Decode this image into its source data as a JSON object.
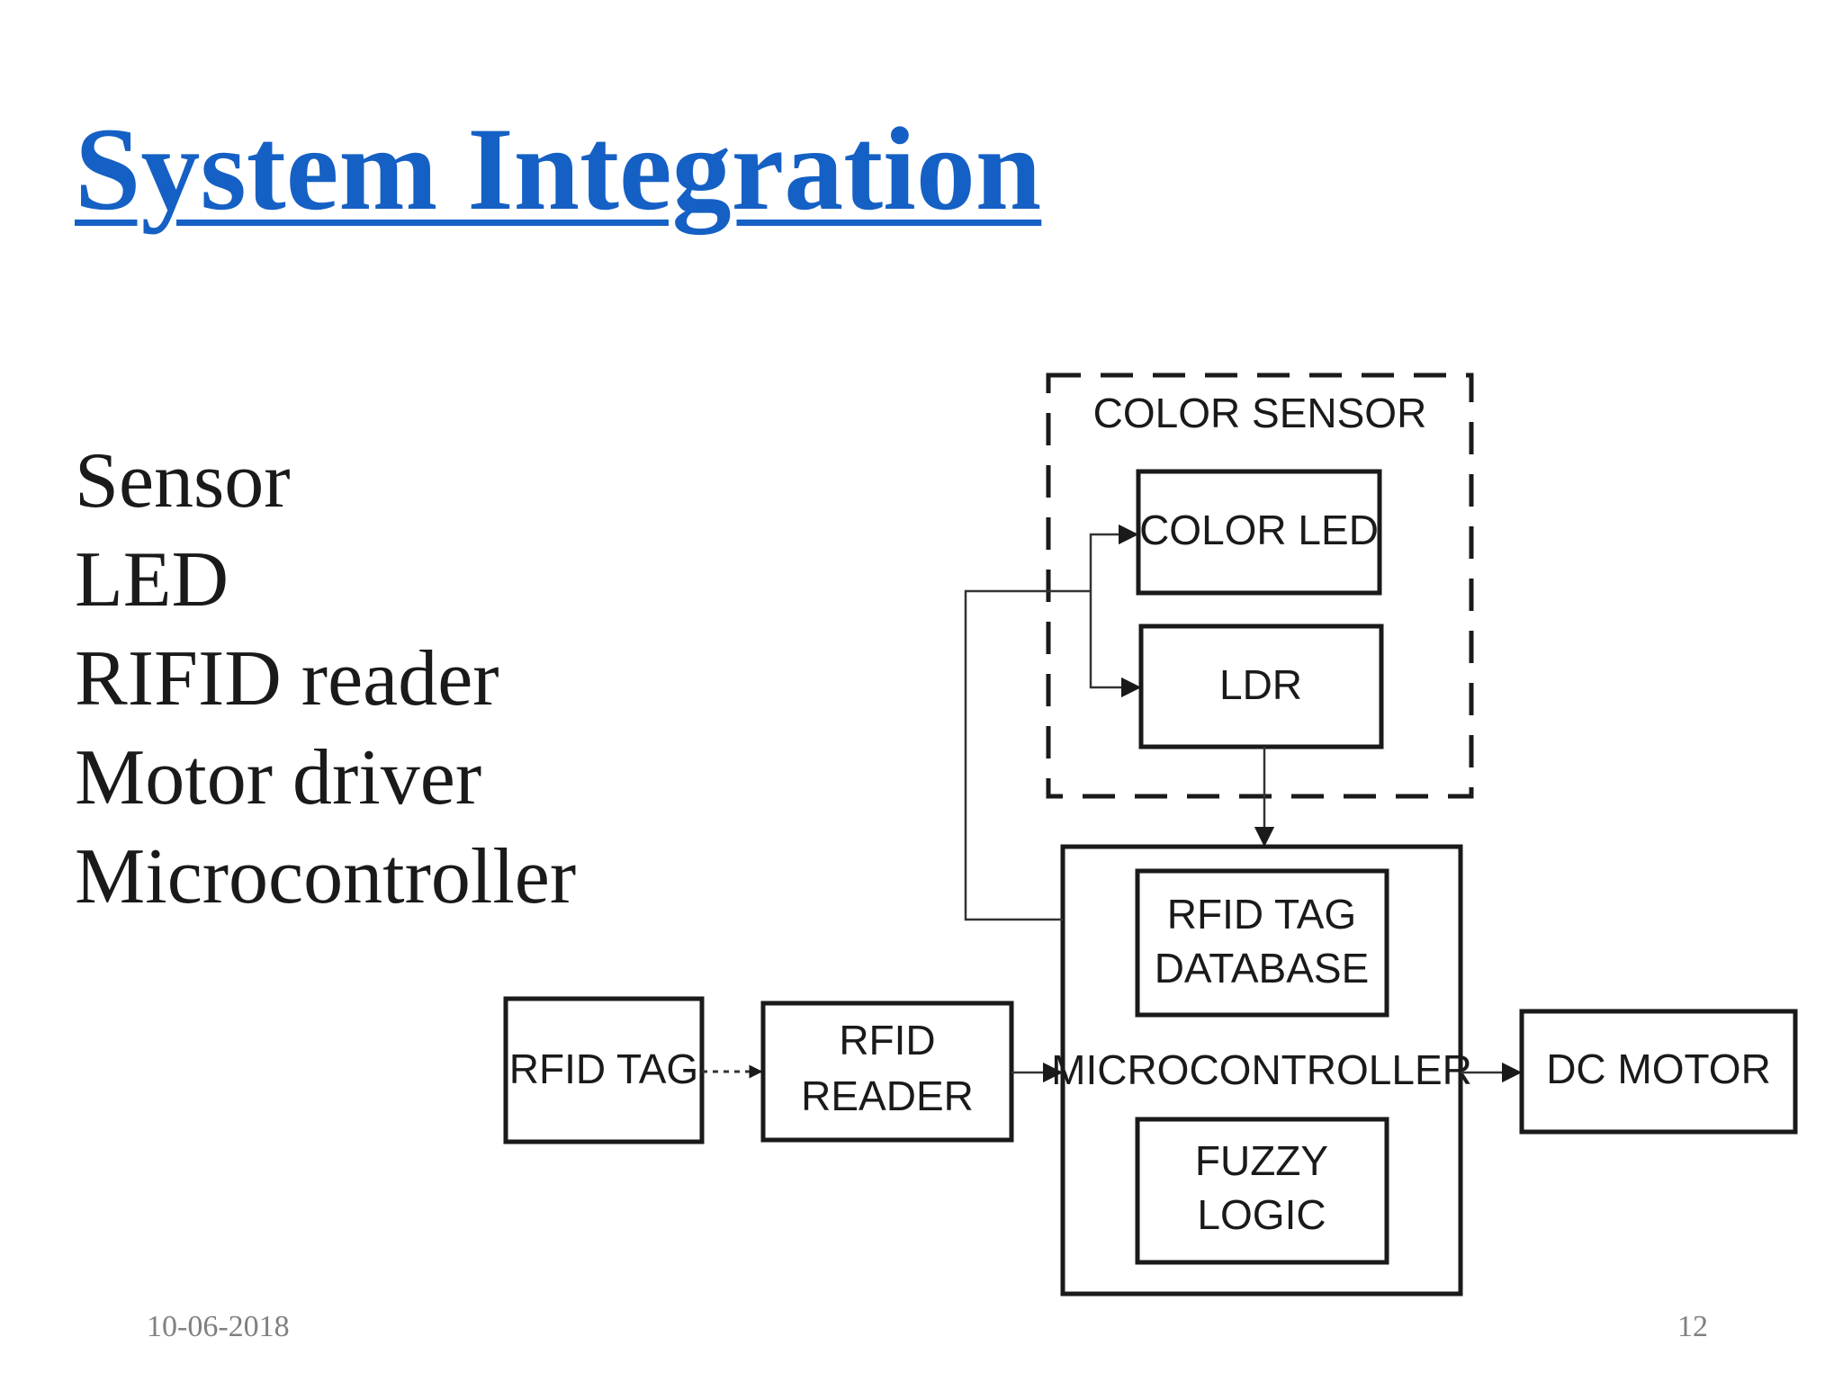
{
  "slide": {
    "title": "System Integration",
    "bullets": [
      "Sensor",
      "LED",
      "RIFID reader",
      "Motor driver",
      "Microcontroller"
    ],
    "footer_date": "10-06-2018",
    "page_number": "12"
  },
  "diagram": {
    "color_sensor_label": "COLOR SENSOR",
    "color_led": "COLOR LED",
    "ldr": "LDR",
    "rfid_tag_database": [
      "RFID TAG",
      "DATABASE"
    ],
    "microcontroller": "MICROCONTROLLER",
    "fuzzy_logic": [
      "FUZZY",
      "LOGIC"
    ],
    "rfid_tag": "RFID TAG",
    "rfid_reader": [
      "RFID",
      "READER"
    ],
    "dc_motor": "DC MOTOR"
  }
}
